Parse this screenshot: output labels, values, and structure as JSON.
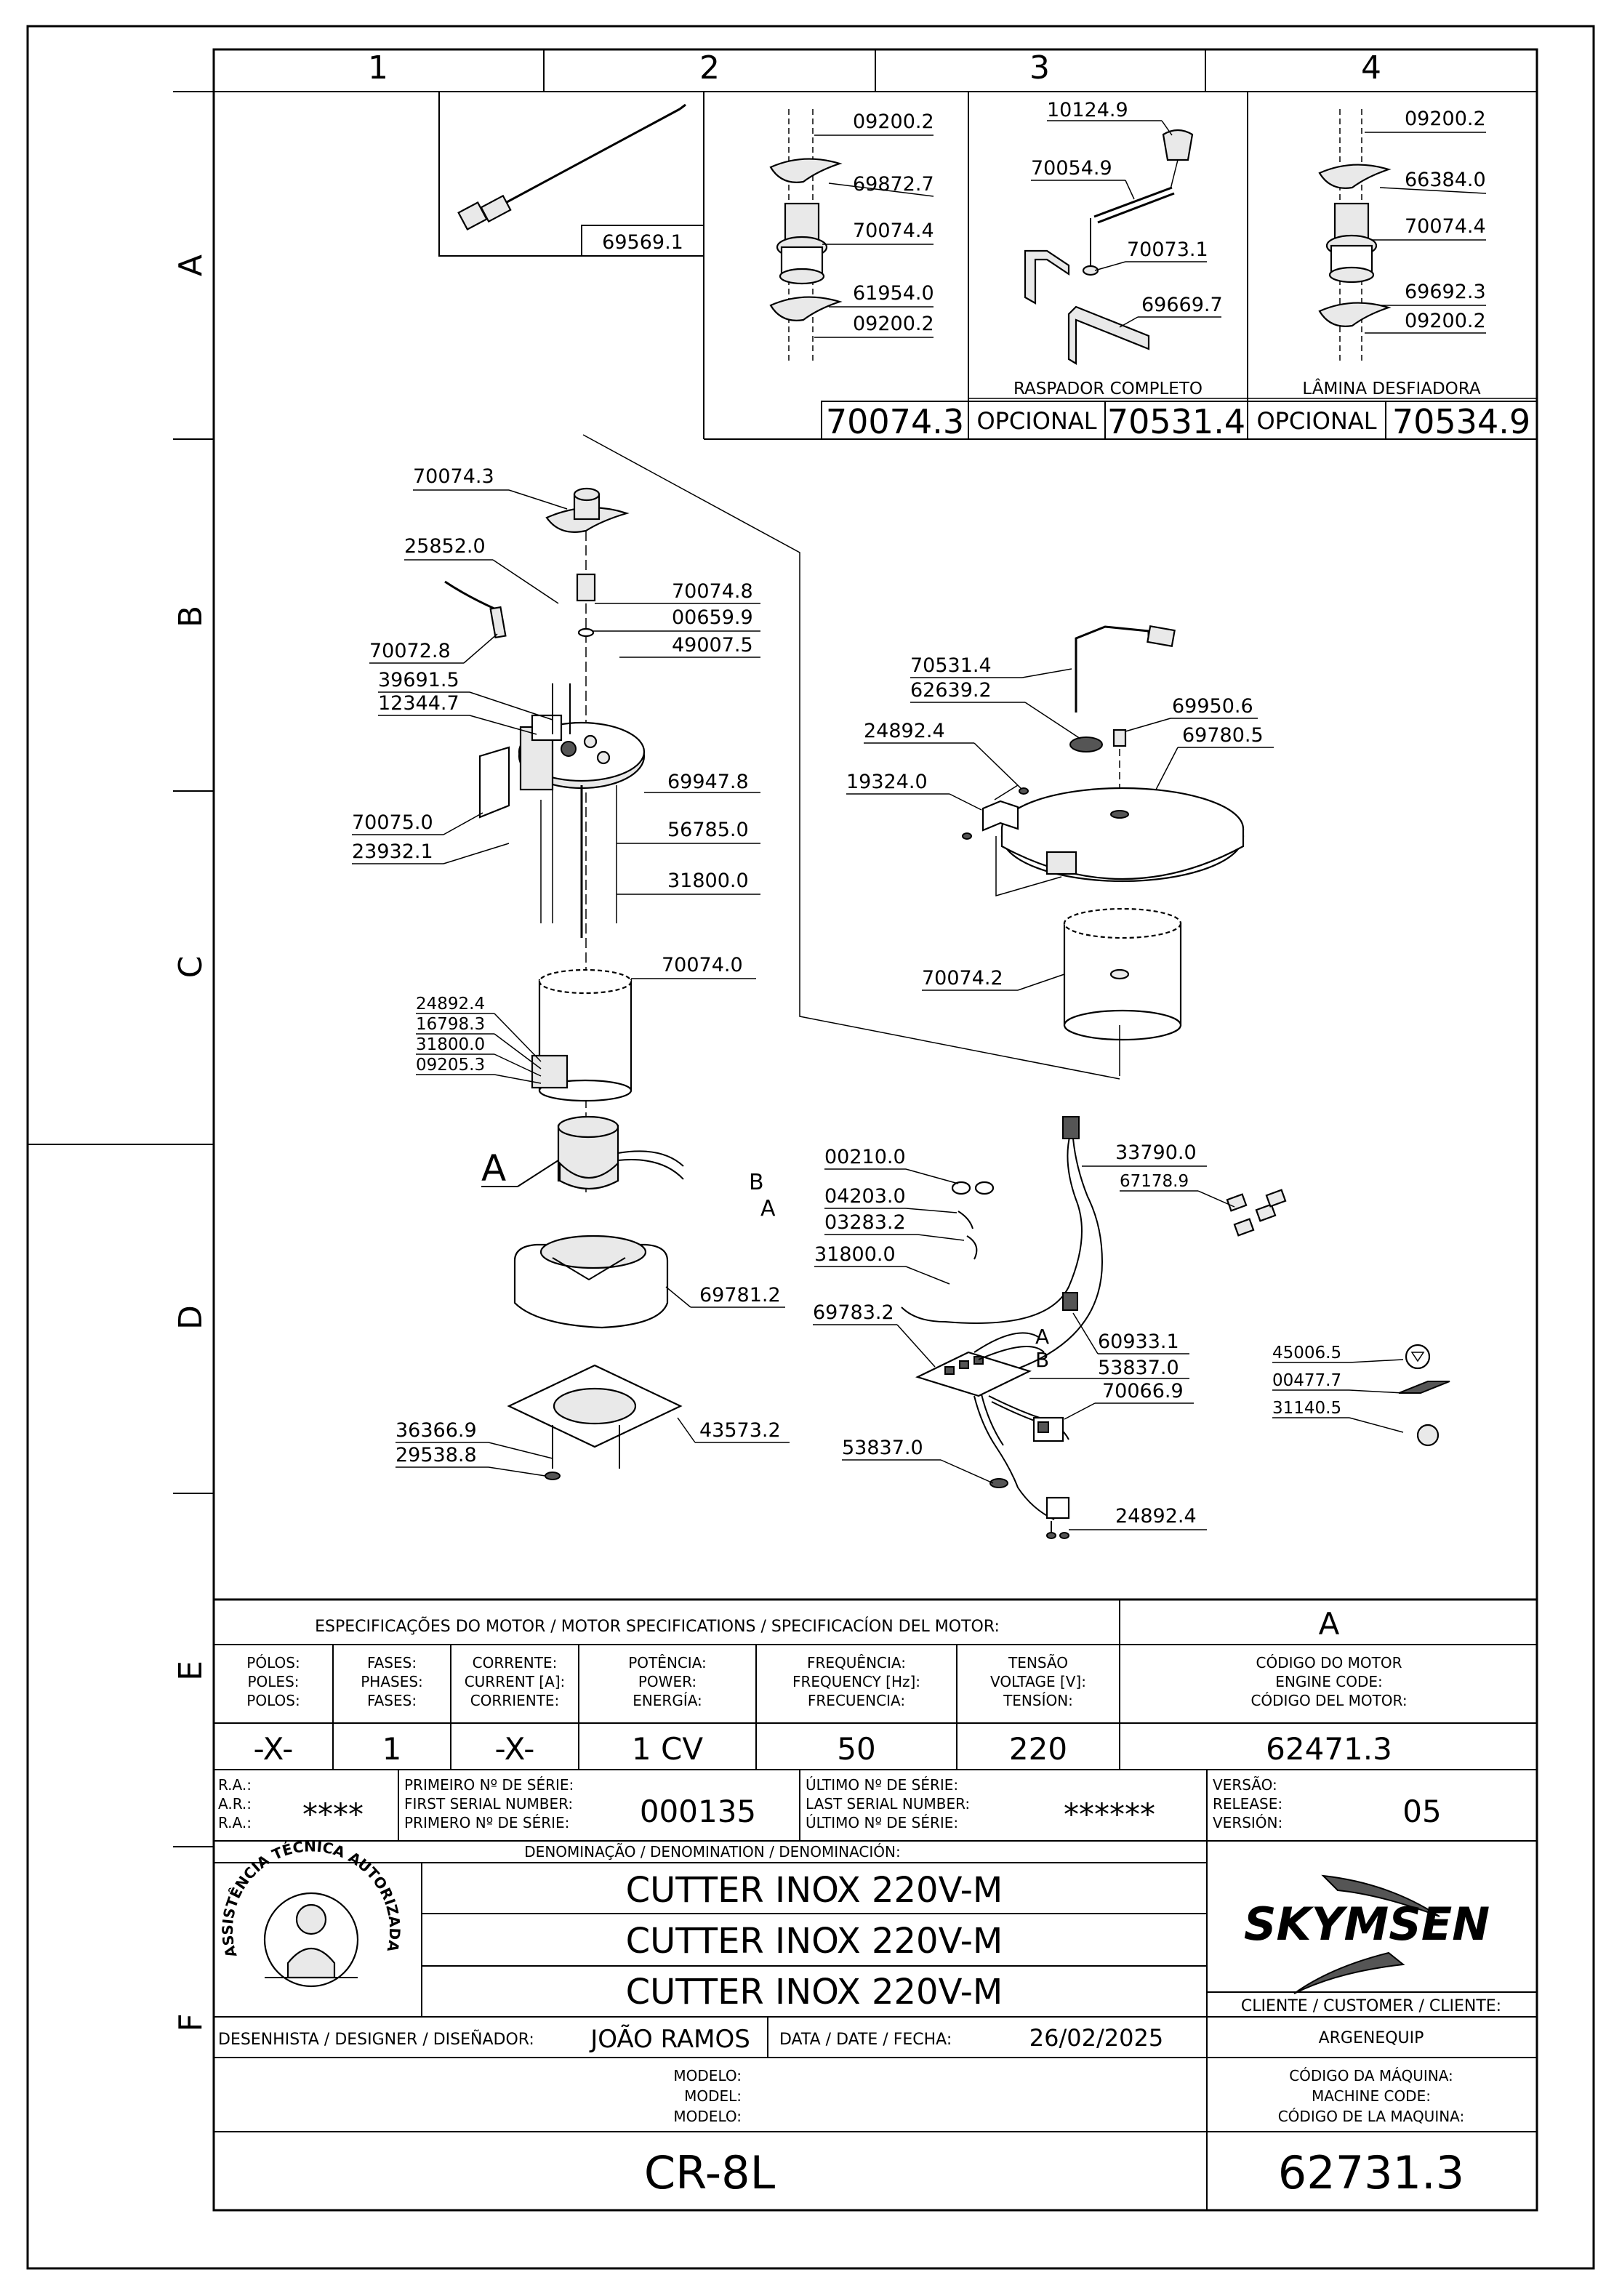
{
  "grid": {
    "columns": [
      "1",
      "2",
      "3",
      "4"
    ],
    "rows": [
      "A",
      "B",
      "C",
      "D",
      "E",
      "F"
    ]
  },
  "kits": {
    "kit_a": {
      "code": "70074.3",
      "parts": [
        "09200.2",
        "69872.7",
        "70074.4",
        "61954.0",
        "09200.2"
      ]
    },
    "kit_b": {
      "title": "RASPADOR COMPLETO",
      "option": "OPCIONAL",
      "code": "70531.4",
      "parts": [
        "10124.9",
        "70054.9",
        "70073.1",
        "69669.7"
      ]
    },
    "kit_c": {
      "title": "LÂMINA DESFIADORA",
      "option": "OPCIONAL",
      "code": "70534.9",
      "parts": [
        "09200.2",
        "66384.0",
        "70074.4",
        "69692.3",
        "09200.2"
      ]
    },
    "rod": "69569.1"
  },
  "labels": {
    "left_top": [
      "70074.3",
      "25852.0",
      "70074.8",
      "00659.9",
      "70072.8",
      "49007.5",
      "39691.5",
      "12344.7",
      "69947.8",
      "70075.0",
      "23932.1",
      "56785.0",
      "31800.0",
      "70074.0"
    ],
    "left_bowl": [
      "24892.4",
      "16798.3",
      "31800.0",
      "09205.3"
    ],
    "motor_ref": "A",
    "wire_b": "B",
    "wire_a": "A",
    "left_bottom": [
      "69781.2",
      "36366.9",
      "29538.8",
      "43573.2"
    ],
    "lid": [
      "70531.4",
      "62639.2",
      "69950.6",
      "24892.4",
      "69780.5",
      "19324.0",
      "70074.2"
    ],
    "electric": [
      "00210.0",
      "33790.0",
      "04203.0",
      "67178.9",
      "03283.2",
      "31800.0",
      "69783.2",
      "60933.1",
      "53837.0",
      "70066.9",
      "53837.0",
      "24892.4"
    ],
    "elec_a": "A",
    "elec_b": "B",
    "decals": [
      "45006.5",
      "00477.7",
      "31140.5"
    ]
  },
  "title_block": {
    "motor_spec_header": "ESPECIFICAÇÕES DO MOTOR / MOTOR SPECIFICATIONS / SPECIFICACÍON DEL MOTOR:",
    "motor_ref": "A",
    "spec_headers": [
      [
        "PÓLOS:",
        "POLES:",
        "POLOS:"
      ],
      [
        "FASES:",
        "PHASES:",
        "FASES:"
      ],
      [
        "CORRENTE:",
        "CURRENT [A]:",
        "CORRIENTE:"
      ],
      [
        "POTÊNCIA:",
        "POWER:",
        "ENERGÍA:"
      ],
      [
        "FREQUÊNCIA:",
        "FREQUENCY [Hz]:",
        "FRECUENCIA:"
      ],
      [
        "TENSÃO",
        "VOLTAGE [V]:",
        "TENSÍON:"
      ],
      [
        "CÓDIGO DO MOTOR",
        "ENGINE CODE:",
        "CÓDIGO DEL MOTOR:"
      ]
    ],
    "spec_values": [
      "-X-",
      "1",
      "-X-",
      "1 CV",
      "50",
      "220",
      "62471.3"
    ],
    "ra_labels": [
      "R.A.:",
      "A.R.:",
      "R.A.:"
    ],
    "ra_value": "****",
    "first_serial_labels": [
      "PRIMEIRO Nº DE SÉRIE:",
      "FIRST SERIAL NUMBER:",
      "PRIMERO Nº DE SÉRIE:"
    ],
    "first_serial": "000135",
    "last_serial_labels": [
      "ÚLTIMO Nº DE SÉRIE:",
      "LAST SERIAL NUMBER:",
      "ÚLTIMO Nº DE SÉRIE:"
    ],
    "last_serial": "******",
    "version_labels": [
      "VERSÃO:",
      "RELEASE:",
      "VERSIÓN:"
    ],
    "version": "05",
    "denomination_header": "DENOMINAÇÃO / DENOMINATION / DENOMINACIÓN:",
    "denominations": [
      "CUTTER INOX 220V-M",
      "CUTTER INOX 220V-M",
      "CUTTER INOX 220V-M"
    ],
    "seal_text": "ASSISTÊNCIA TÉCNICA AUTORIZADA",
    "brand": "SKYMSEN",
    "client_label": "CLIENTE / CUSTOMER / CLIENTE:",
    "client": "ARGENEQUIP",
    "designer_label": "DESENHISTA / DESIGNER / DISEÑADOR:",
    "designer": "JOÃO RAMOS",
    "date_label": "DATA / DATE / FECHA:",
    "date": "26/02/2025",
    "model_labels": [
      "MODELO:",
      "MODEL:",
      "MODELO:"
    ],
    "model": "CR-8L",
    "machine_code_labels": [
      "CÓDIGO DA MÁQUINA:",
      "MACHINE CODE:",
      "CÓDIGO DE LA MAQUINA:"
    ],
    "machine_code": "62731.3"
  }
}
